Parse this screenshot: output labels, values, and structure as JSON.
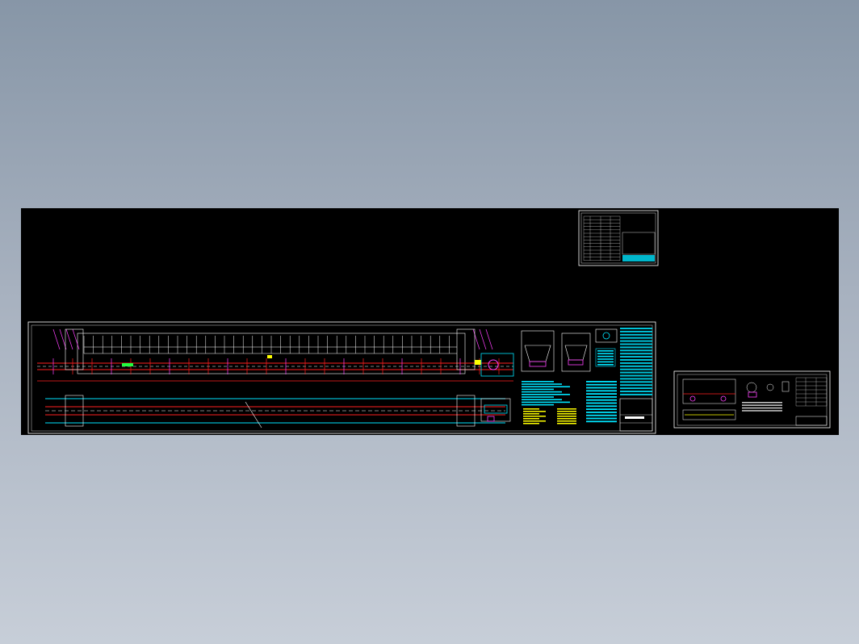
{
  "drawing": {
    "background_color": "#000000",
    "frame_color": "#ffffff",
    "line_colors": {
      "white": "#ffffff",
      "red": "#ff2020",
      "cyan": "#00e5ff",
      "magenta": "#ff40ff",
      "yellow": "#ffff00",
      "green": "#20ff40",
      "blue": "#3060ff"
    },
    "sheets": [
      {
        "id": "main-assembly-sheet",
        "description_icon": "conveyor-assembly-drawing"
      },
      {
        "id": "parts-list-sheet",
        "description_icon": "bill-of-materials-table"
      },
      {
        "id": "detail-sheet",
        "description_icon": "component-detail-drawing"
      }
    ]
  }
}
